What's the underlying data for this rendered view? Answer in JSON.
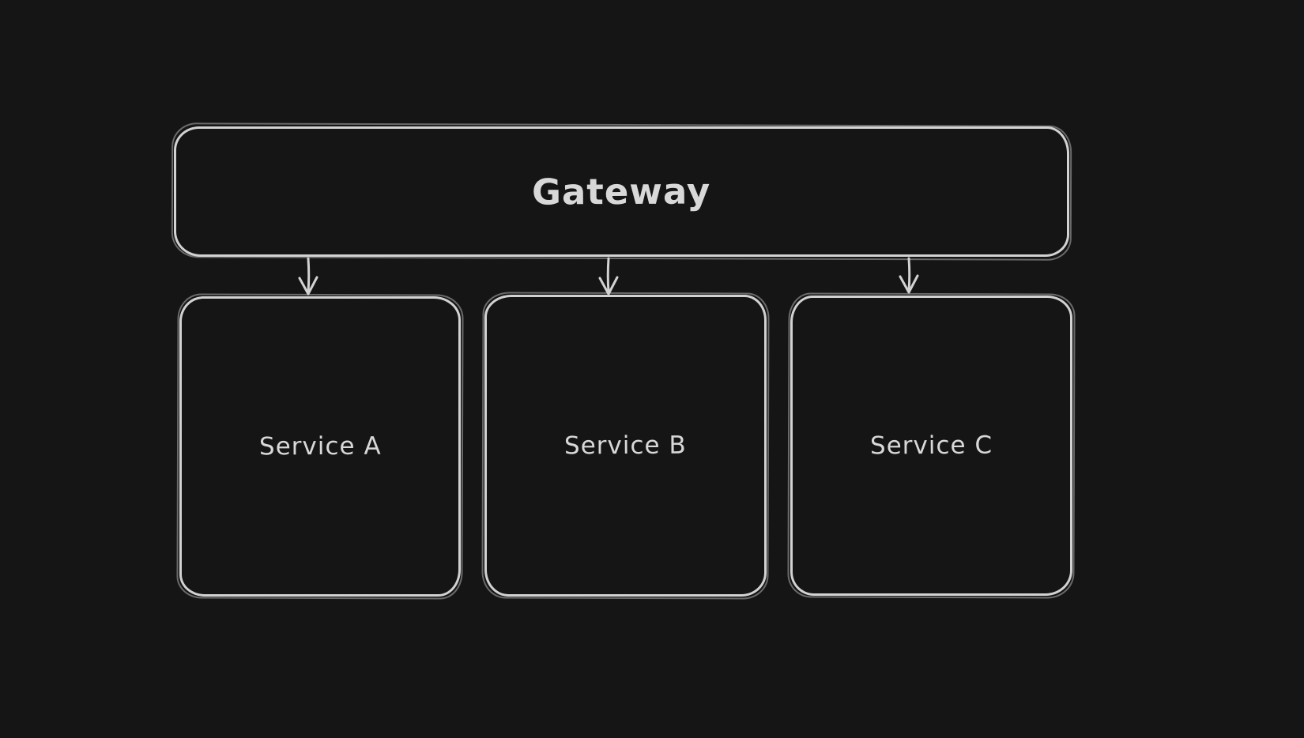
{
  "colors": {
    "background": "#151515",
    "stroke": "#d2d2d2",
    "text": "#d8d8d8"
  },
  "diagram": {
    "nodes": [
      {
        "id": "gateway",
        "label": "Gateway"
      },
      {
        "id": "service-a",
        "label": "Service A"
      },
      {
        "id": "service-b",
        "label": "Service B"
      },
      {
        "id": "service-c",
        "label": "Service C"
      }
    ],
    "connections": [
      {
        "from": "Gateway",
        "to": "Service A"
      },
      {
        "from": "Gateway",
        "to": "Service B"
      },
      {
        "from": "Gateway",
        "to": "Service C"
      }
    ]
  }
}
